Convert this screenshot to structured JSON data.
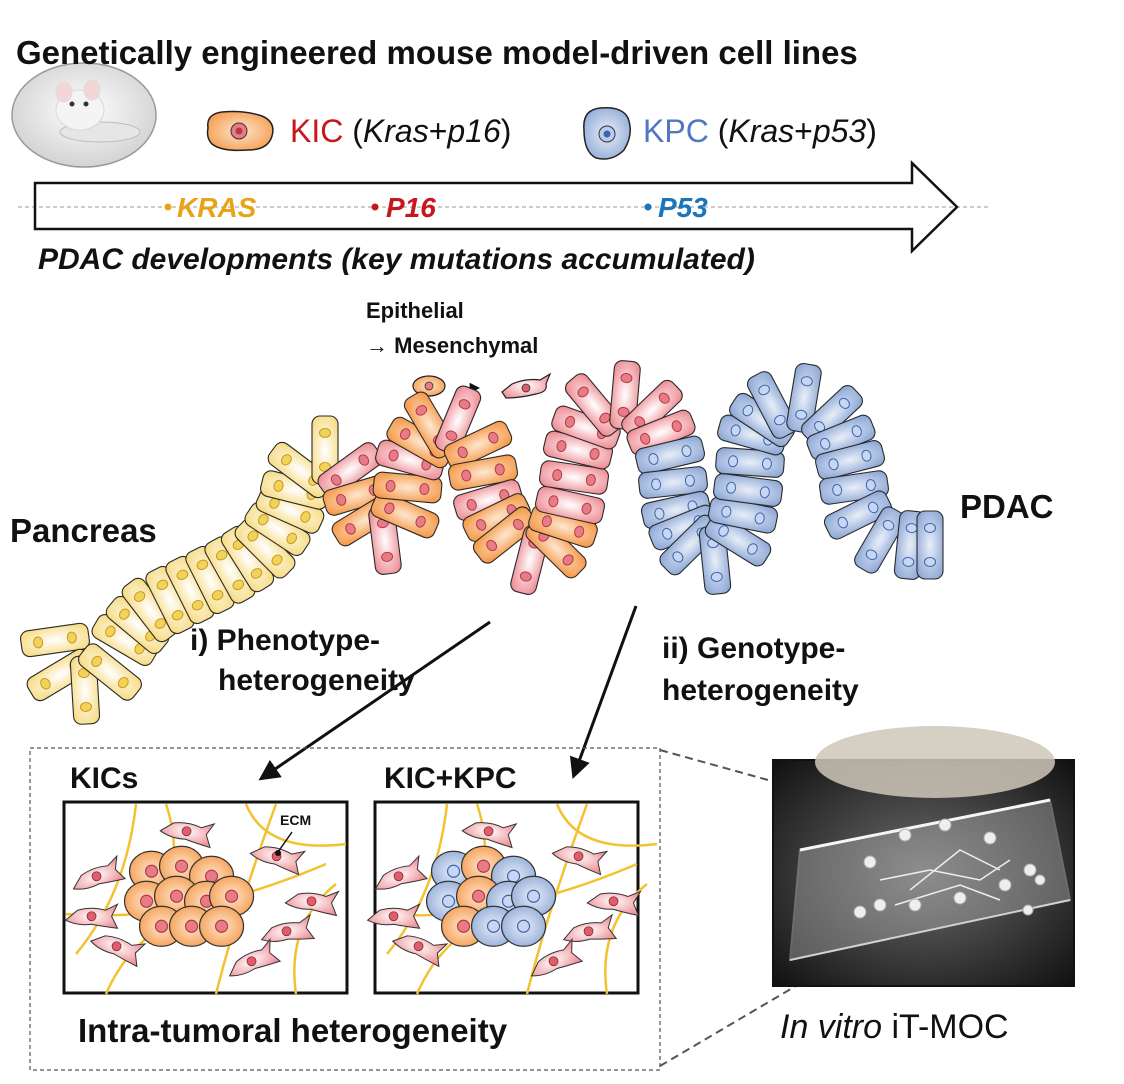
{
  "title": "Genetically engineered mouse model-driven cell lines",
  "legend": {
    "kic": {
      "name": "KIC",
      "open": " (",
      "g1": "Kras",
      "plus": "+",
      "g2": "p16",
      "close": ")"
    },
    "kpc": {
      "name": "KPC",
      "open": " (",
      "g1": "Kras",
      "plus": "+",
      "g2": "p53",
      "close": ")"
    }
  },
  "timeline": {
    "mutations": [
      "KRAS",
      "P16",
      "P53"
    ],
    "caption": "PDAC developments (key mutations accumulated)"
  },
  "emt": {
    "line1": "Epithelial",
    "line2": "→ Mesenchymal"
  },
  "labels": {
    "pancreas": "Pancreas",
    "pdac": "PDAC",
    "pheno1": "i) Phenotype-",
    "pheno2": "heterogeneity",
    "geno1": "ii) Genotype-",
    "geno2": "heterogeneity"
  },
  "panels": {
    "kics": "KICs",
    "kickpc": "KIC+KPC",
    "ecm": "ECM",
    "caption": "Intra-tumoral heterogeneity"
  },
  "chip": {
    "italic": "In vitro",
    "rest": " iT-MOC"
  },
  "colors": {
    "kic": "#c8161d",
    "kpc": "#4f77c2",
    "kras": "#e8a317",
    "p16": "#c8161d",
    "p53": "#1b75bb",
    "yellow_cell": "#f7de8a",
    "orange_cell": "#f5a25a",
    "pink_cell": "#f0a3a8",
    "blue_cell": "#9bb4dc",
    "ecm_fiber": "#f2c230"
  }
}
